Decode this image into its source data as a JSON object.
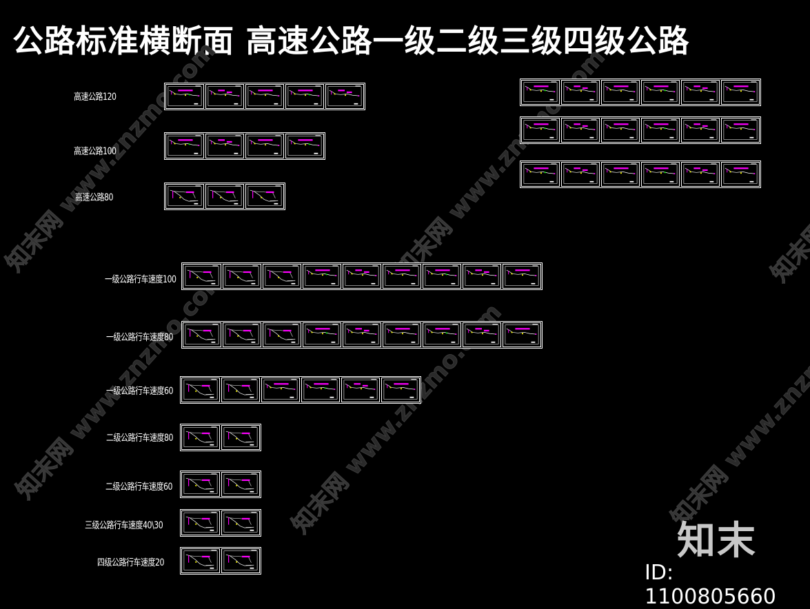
{
  "title": "公路标准横断面  高速公路一级二级三级四级公路",
  "watermark_text": "知末网 www.znzmo.com",
  "brand": {
    "logo": "知末",
    "id_label": "ID: 1100805660"
  },
  "colors": {
    "background": "#000000",
    "line": "#ffffff",
    "accent": "#ff00ff",
    "highlight": "#ffff00",
    "green": "#00ff00"
  },
  "groups": [
    {
      "label": "高速公路120",
      "sheet_count": 5,
      "style": "flat"
    },
    {
      "label": "高速公路100",
      "sheet_count": 4,
      "style": "flat"
    },
    {
      "label": "高速公路80",
      "sheet_count": 3,
      "style": "slope"
    },
    {
      "label": "",
      "sheet_count": 6,
      "style": "gentle"
    },
    {
      "label": "",
      "sheet_count": 6,
      "style": "gentle"
    },
    {
      "label": "",
      "sheet_count": 6,
      "style": "gentle"
    },
    {
      "label": "一级公路行车速度100",
      "sheet_count": 9,
      "style": "mixed"
    },
    {
      "label": "一级公路行车速度80",
      "sheet_count": 9,
      "style": "mixed"
    },
    {
      "label": "一级公路行车速度60",
      "sheet_count": 6,
      "style": "mixed6"
    },
    {
      "label": "二级公路行车速度80",
      "sheet_count": 2,
      "style": "steep"
    },
    {
      "label": "二级公路行车速度60",
      "sheet_count": 2,
      "style": "steep"
    },
    {
      "label": "三级公路行车速度40\\30",
      "sheet_count": 2,
      "style": "steep"
    },
    {
      "label": "四级公路行车速度20",
      "sheet_count": 2,
      "style": "steep"
    }
  ]
}
